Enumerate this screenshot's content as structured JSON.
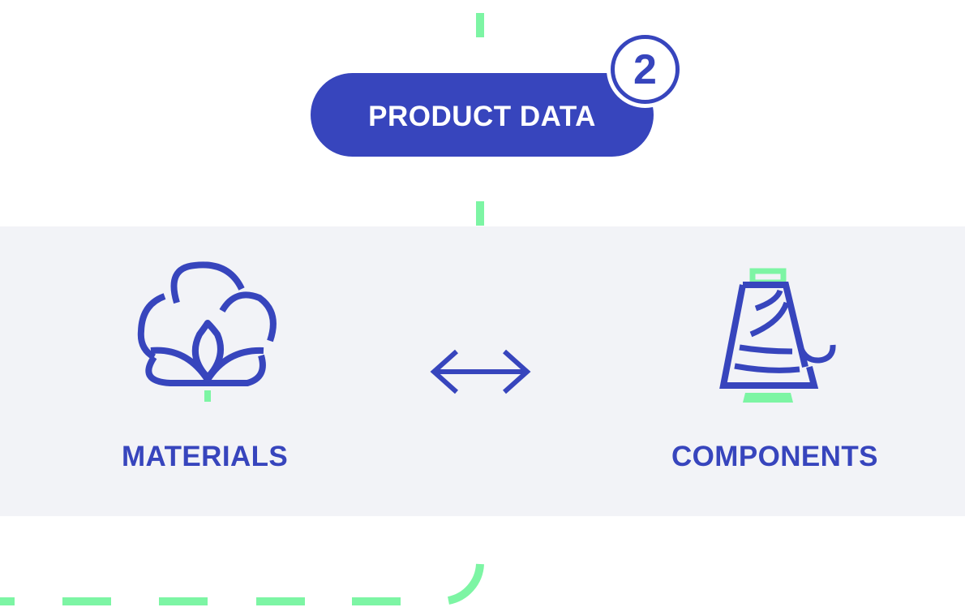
{
  "header": {
    "title": "PRODUCT DATA",
    "step_number": "2"
  },
  "items": [
    {
      "label": "MATERIALS",
      "icon": "cotton-flower-icon"
    },
    {
      "label": "COMPONENTS",
      "icon": "thread-spool-icon"
    }
  ],
  "connector": {
    "icon": "double-arrow-icon"
  },
  "colors": {
    "primary": "#3745bd",
    "accent": "#7df5a4",
    "band_background": "#f2f3f7",
    "page_background": "#ffffff"
  }
}
